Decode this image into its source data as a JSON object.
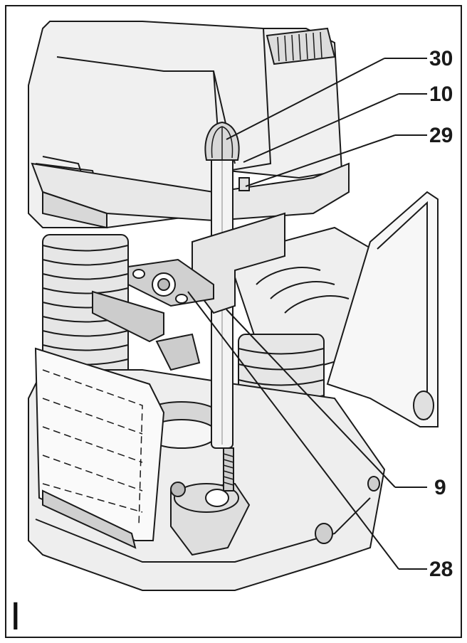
{
  "figure": {
    "letter": "I",
    "callouts": [
      {
        "id": "30",
        "label": "30"
      },
      {
        "id": "10",
        "label": "10"
      },
      {
        "id": "29",
        "label": "29"
      },
      {
        "id": "9",
        "label": "9"
      },
      {
        "id": "28",
        "label": "28"
      }
    ],
    "colors": {
      "line": "#1a1a1a",
      "fill_light": "#f2f2f2",
      "fill_mid": "#e3e3e3",
      "fill_dark": "#c9c9c9",
      "background": "#ffffff"
    }
  }
}
